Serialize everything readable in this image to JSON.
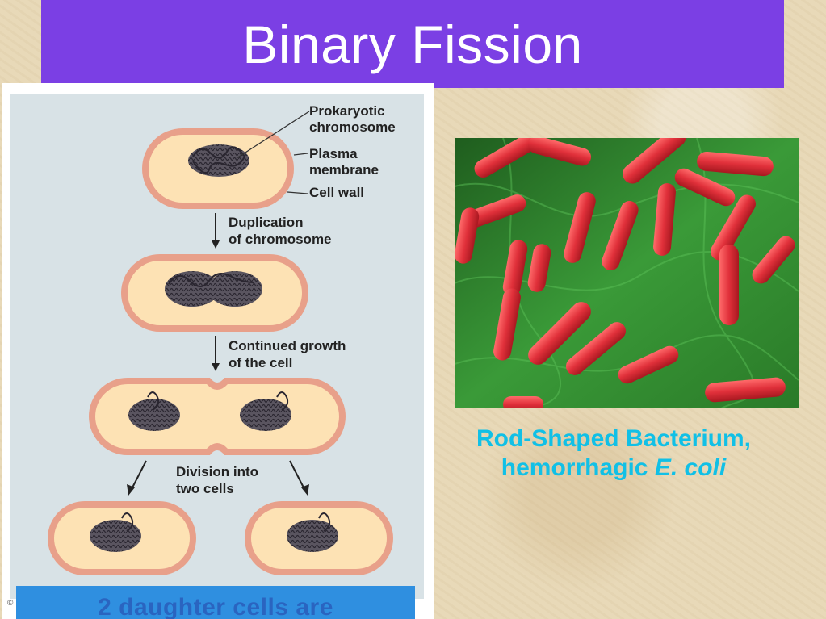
{
  "title": "Binary Fission",
  "diagram": {
    "labels": {
      "prokaryotic": "Prokaryotic",
      "chromosome": "chromosome",
      "plasma": "Plasma",
      "membrane": "membrane",
      "cell_wall": "Cell wall",
      "duplication": "Duplication",
      "of_chromosome": "of chromosome",
      "continued_growth": "Continued growth",
      "of_the_cell": "of the cell",
      "division_into": "Division into",
      "two_cells": "two cells"
    },
    "copyright_symbol": "©"
  },
  "footer_text": "2 daughter cells are",
  "photo_caption": {
    "line1": "Rod-Shaped Bacterium,",
    "line2_prefix": "hemorrhagic ",
    "line2_italic": "E. coli"
  },
  "colors": {
    "title_bg": "#7b3fe4",
    "diagram_bg": "#d8e2e6",
    "cell_wall": "#e8a08a",
    "cytoplasm": "#fde2b4",
    "footer_bg": "#2f8fe0",
    "caption": "#11c0e6",
    "bacteria": "#e0303a",
    "photo_bg": "#2b7d2a"
  }
}
